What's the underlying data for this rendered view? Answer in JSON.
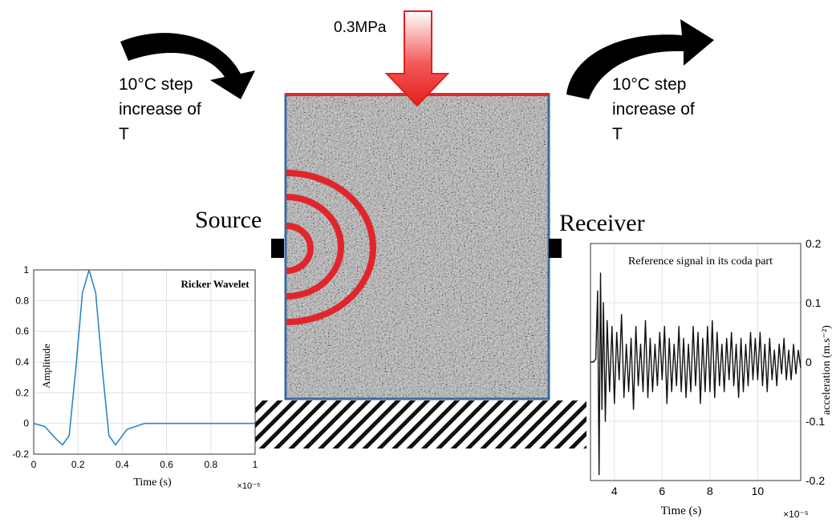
{
  "labels": {
    "pressure": "0.3MPa",
    "left_note": "10°C step\nincrease of\nT",
    "right_note": "10°C step\nincrease of\nT",
    "source": "Source",
    "receiver": "Receiver"
  },
  "colors": {
    "frame": "#3b6aa0",
    "top_edge": "#e0282e",
    "arrow": "#ee2a2a",
    "waves": "#e1262b",
    "ricker_line": "#2c87c7"
  },
  "chart_data": [
    {
      "type": "line",
      "title": "Ricker Wavelet",
      "xlabel": "Time (s)",
      "ylabel": "Amplitude",
      "x_exponent": "×10⁻⁵",
      "xlim": [
        0,
        1
      ],
      "ylim": [
        -0.2,
        1
      ],
      "xticks": [
        "0",
        "0.2",
        "0.4",
        "0.6",
        "0.8",
        "1"
      ],
      "yticks": [
        "-0.2",
        "0",
        "0.2",
        "0.4",
        "0.6",
        "0.8",
        "1"
      ],
      "grid": true,
      "series": [
        {
          "x": [
            0,
            0.05,
            0.1,
            0.13,
            0.16,
            0.19,
            0.22,
            0.25,
            0.28,
            0.31,
            0.34,
            0.37,
            0.42,
            0.5,
            0.6,
            0.8,
            1.0
          ],
          "y": [
            0,
            -0.02,
            -0.1,
            -0.14,
            -0.08,
            0.35,
            0.85,
            1.0,
            0.85,
            0.35,
            -0.08,
            -0.14,
            -0.04,
            0,
            0,
            0,
            0
          ]
        }
      ]
    },
    {
      "type": "line",
      "title": "Reference signal in its coda part",
      "xlabel": "Time (s)",
      "ylabel": "acceleration (m.s⁻²)",
      "x_exponent": "×10⁻⁵",
      "xlim": [
        3,
        11.8
      ],
      "ylim": [
        -0.2,
        0.2
      ],
      "xticks": [
        "4",
        "6",
        "8",
        "10"
      ],
      "yticks": [
        "0.2",
        "0.1",
        "0",
        "-0.1",
        "-0.2"
      ],
      "grid": true,
      "series": [
        {
          "x": [
            3.0,
            3.12,
            3.22,
            3.3,
            3.36,
            3.42,
            3.48,
            3.54,
            3.62,
            3.7,
            3.8,
            3.9,
            4.0,
            4.1,
            4.2,
            4.3,
            4.4,
            4.5,
            4.6,
            4.7,
            4.8,
            4.9,
            5.0,
            5.1,
            5.2,
            5.3,
            5.4,
            5.5,
            5.6,
            5.7,
            5.8,
            5.9,
            6.0,
            6.1,
            6.2,
            6.3,
            6.4,
            6.5,
            6.6,
            6.7,
            6.8,
            6.9,
            7.0,
            7.1,
            7.2,
            7.3,
            7.4,
            7.5,
            7.6,
            7.7,
            7.8,
            7.9,
            8.0,
            8.1,
            8.2,
            8.3,
            8.4,
            8.5,
            8.6,
            8.7,
            8.8,
            8.9,
            9.0,
            9.1,
            9.2,
            9.3,
            9.4,
            9.5,
            9.6,
            9.7,
            9.8,
            9.9,
            10.0,
            10.1,
            10.2,
            10.3,
            10.4,
            10.5,
            10.6,
            10.7,
            10.8,
            10.9,
            11.0,
            11.1,
            11.2,
            11.3,
            11.4,
            11.5,
            11.6,
            11.7,
            11.8
          ],
          "y": [
            0,
            0,
            0.005,
            0.12,
            -0.19,
            0.15,
            -0.08,
            0.1,
            -0.1,
            0.07,
            -0.05,
            0.06,
            -0.07,
            0.05,
            -0.03,
            0.08,
            -0.06,
            0.03,
            -0.05,
            0.04,
            -0.08,
            0.06,
            -0.04,
            0.03,
            -0.05,
            0.07,
            -0.06,
            0.04,
            -0.05,
            0.03,
            -0.04,
            0.05,
            -0.03,
            0.06,
            -0.07,
            0.04,
            -0.05,
            0.03,
            -0.04,
            0.06,
            -0.05,
            0.04,
            -0.06,
            0.03,
            -0.05,
            0.06,
            -0.04,
            0.05,
            -0.07,
            0.04,
            -0.05,
            0.06,
            -0.05,
            0.07,
            -0.06,
            0.05,
            -0.04,
            0.03,
            -0.05,
            0.04,
            -0.03,
            0.05,
            -0.04,
            0.03,
            -0.06,
            0.04,
            -0.05,
            0.03,
            -0.04,
            0.05,
            -0.03,
            0.04,
            -0.03,
            0.05,
            -0.04,
            0.03,
            -0.05,
            0.04,
            -0.03,
            0.02,
            -0.04,
            0.03,
            -0.02,
            0.04,
            -0.03,
            0.02,
            -0.03,
            0.03,
            -0.02,
            0.02,
            -0.01
          ]
        }
      ]
    }
  ]
}
